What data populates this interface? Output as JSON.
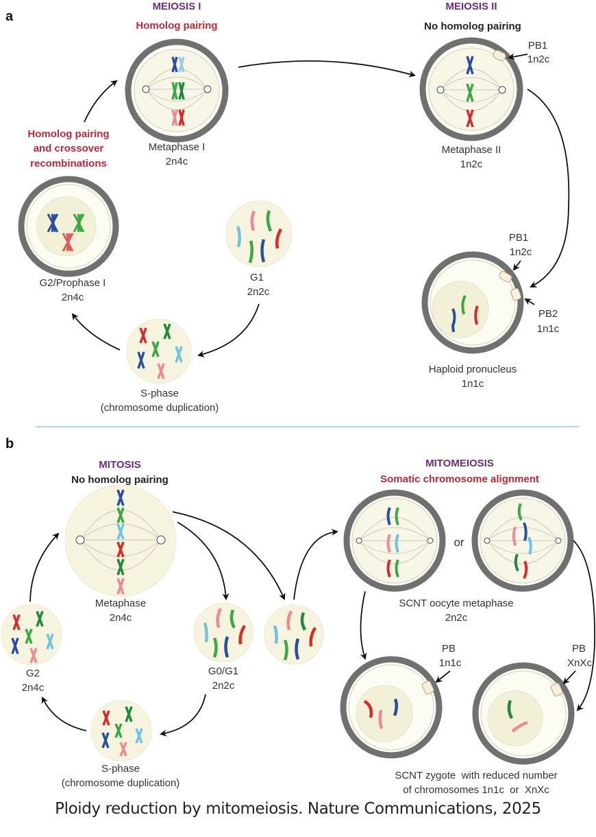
{
  "caption": "Ploidy reduction by mitomeiosis. Nature Communications, 2025",
  "panel_a": {
    "label": "a",
    "meiosis1": {
      "title": "MEIOSIS I",
      "subtitle": "Homolog pairing"
    },
    "meiosis2": {
      "title": "MEIOSIS II",
      "subtitle": "No homolog pairing"
    },
    "crossover_note": [
      "Homolog pairing",
      "and crossover",
      "recombinations"
    ],
    "stages": {
      "metaphase1": {
        "name": "Metaphase I",
        "ploidy": "2n4c"
      },
      "metaphase2": {
        "name": "Metaphase II",
        "ploidy": "1n2c"
      },
      "prophase1": {
        "name": "G2/Prophase I",
        "ploidy": "2n4c"
      },
      "g1": {
        "name": "G1",
        "ploidy": "2n2c"
      },
      "sphase": {
        "name": "S-phase",
        "detail": "(chromosome duplication)"
      },
      "pronucleus": {
        "name": "Haploid pronucleus",
        "ploidy": "1n1c"
      }
    },
    "polar_bodies": {
      "pb1_m2": {
        "name": "PB1",
        "ploidy": "1n2c"
      },
      "pb1_pn": {
        "name": "PB1",
        "ploidy": "1n2c"
      },
      "pb2_pn": {
        "name": "PB2",
        "ploidy": "1n1c"
      }
    }
  },
  "panel_b": {
    "label": "b",
    "mitosis": {
      "title": "MITOSIS",
      "subtitle": "No homolog pairing"
    },
    "mitomeiosis": {
      "title": "MITOMEIOSIS",
      "subtitle": "Somatic chromosome alignment"
    },
    "or_text": "or",
    "stages": {
      "metaphase": {
        "name": "Metaphase",
        "ploidy": "2n4c"
      },
      "g2": {
        "name": "G2",
        "ploidy": "2n4c"
      },
      "g0g1": {
        "name": "G0/G1",
        "ploidy": "2n2c"
      },
      "sphase": {
        "name": "S-phase",
        "detail": "(chromosome duplication)"
      },
      "scnt_metaphase": {
        "name": "SCNT oocyte metaphase",
        "ploidy": "2n2c"
      },
      "scnt_zygote": {
        "line1": "SCNT zygote  with reduced number",
        "line2": "of chromosomes 1n1c  or  XnXc"
      }
    },
    "polar_bodies": {
      "pb_left": {
        "name": "PB",
        "ploidy": "1n1c"
      },
      "pb_right": {
        "name": "PB",
        "ploidy": "XnXc"
      }
    }
  },
  "colors": {
    "title_purple": "#6b2e7f",
    "title_red": "#c0283a",
    "divider": "#b9d3e6",
    "chrom_blue": "#2a4fa0",
    "chrom_lightblue": "#6cc3e8",
    "chrom_green": "#3aa845",
    "chrom_darkgreen": "#1f8a3a",
    "chrom_red": "#d92a2a",
    "chrom_pink": "#ee8a90"
  }
}
